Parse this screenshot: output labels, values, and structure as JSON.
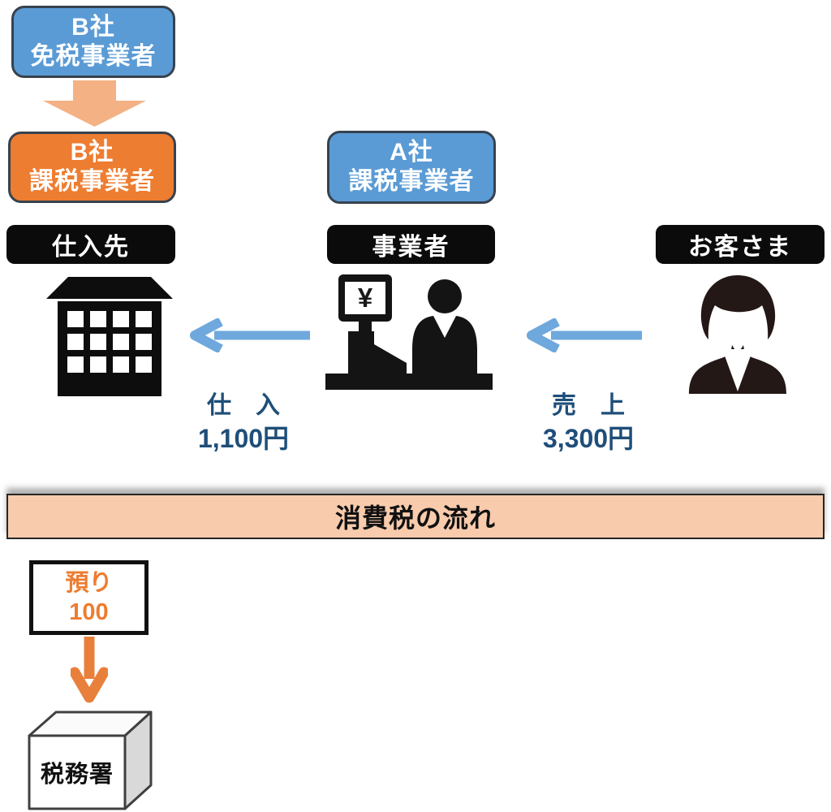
{
  "colors": {
    "blue_box": "#5B9BD5",
    "orange_box": "#ED7D31",
    "peach_block_arrow": "#F4B183",
    "banner_bg": "#F8CBAD",
    "flow_text_blue": "#1F4E79",
    "blue_arrow": "#6FA8DC",
    "orange_accent": "#ED7D31",
    "entity_label_bg": "#0B0B0B",
    "cube_side_gray": "#D9D9D9"
  },
  "nodes": {
    "b_exempt": {
      "company": "B社",
      "status": "免税事業者"
    },
    "b_taxable": {
      "company": "B社",
      "status": "課税事業者"
    },
    "a_taxable": {
      "company": "A社",
      "status": "課税事業者"
    }
  },
  "entities": {
    "supplier": "仕入先",
    "business": "事業者",
    "customer": "お客さま"
  },
  "flows": {
    "purchase": {
      "label": "仕　入",
      "amount": "1,100円"
    },
    "sales": {
      "label": "売　上",
      "amount": "3,300円"
    }
  },
  "banner": {
    "title": "消費税の流れ"
  },
  "tax_flow": {
    "deposit_label": "預り",
    "deposit_amount": "100",
    "office": "税務署"
  },
  "icons": {
    "register_currency": "¥",
    "building": "building-icon",
    "cashier": "cash-register-clerk-icon",
    "customer": "customer-icon",
    "down_block_arrow": "down-block-arrow-icon",
    "left_arrow": "left-arrow-icon",
    "down_arrow": "down-arrow-icon",
    "tax_office_box": "tax-office-cube-icon"
  }
}
